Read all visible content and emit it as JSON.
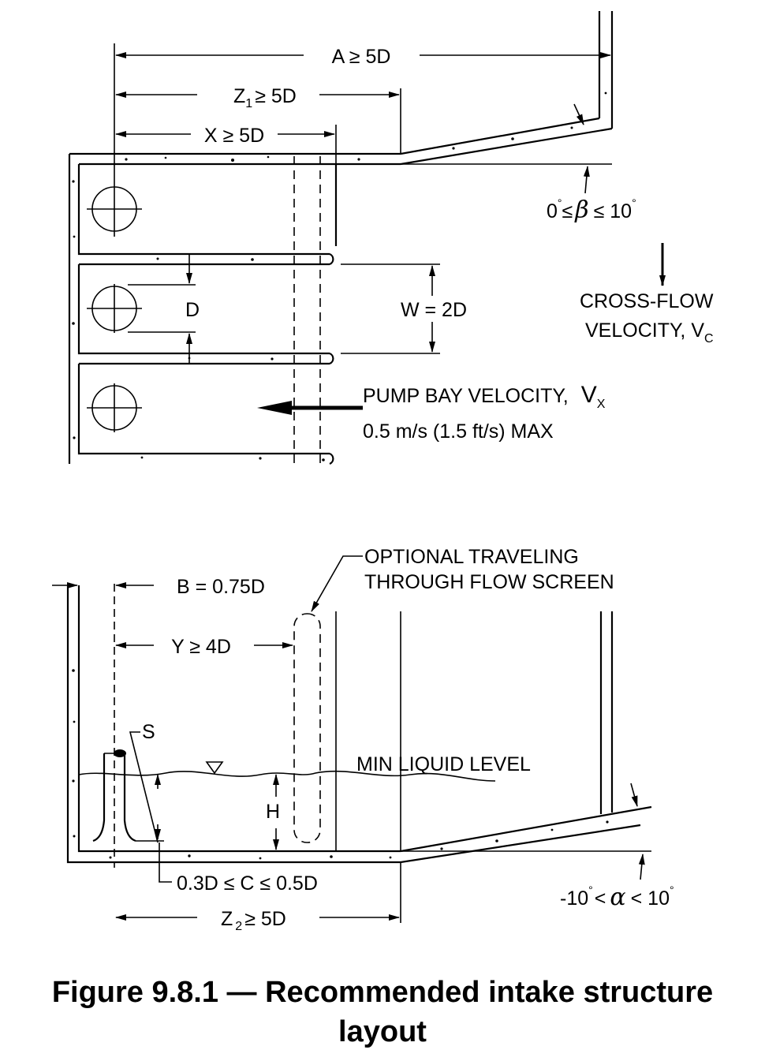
{
  "labels": {
    "a": "A ≥ 5D",
    "z1_pre": "Z",
    "z1_sub": "1",
    "z1_post": "≥ 5D",
    "x": "X ≥ 5D",
    "beta_pre": "0",
    "beta_le1": "≤",
    "beta_sym": "β",
    "beta_post": "≤ 10",
    "deg": "°",
    "d": "D",
    "w": "W = 2D",
    "crossflow_1": "CROSS-FLOW",
    "crossflow_2": "VELOCITY, V",
    "crossflow_sub": "C",
    "pumpbay_1": "PUMP BAY VELOCITY,",
    "pumpbay_v": "V",
    "pumpbay_sub": "X",
    "pumpbay_2": "0.5 m/s (1.5 ft/s) MAX",
    "screen_1": "OPTIONAL TRAVELING",
    "screen_2": "THROUGH FLOW SCREEN",
    "b": "B = 0.75D",
    "y": "Y ≥ 4D",
    "s": "S",
    "min_level": "MIN LIQUID LEVEL",
    "h": "H",
    "c": "0.3D ≤ C ≤ 0.5D",
    "alpha_pre": "-10",
    "alpha_lt": "<",
    "alpha_sym": "α",
    "alpha_post": "< 10",
    "z2_pre": "Z",
    "z2_sub": "2",
    "z2_post": "≥ 5D"
  },
  "caption": {
    "line1": "Figure 9.8.1 — Recommended intake structure",
    "line2": "layout"
  }
}
